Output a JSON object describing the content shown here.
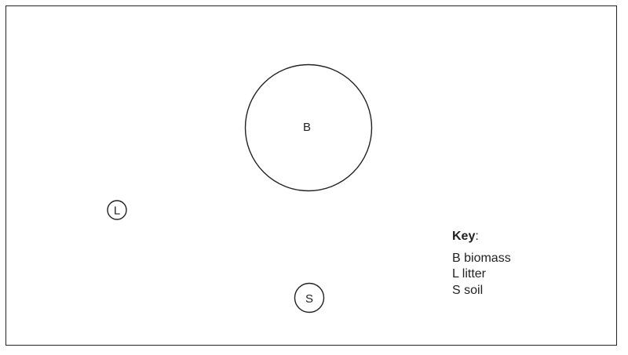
{
  "diagram": {
    "nodes": [
      {
        "id": "biomass",
        "letter": "B"
      },
      {
        "id": "litter",
        "letter": "L"
      },
      {
        "id": "soil",
        "letter": "S"
      }
    ],
    "key": {
      "title": "Key",
      "title_suffix": ":",
      "items": [
        {
          "letter": "B",
          "text": "biomass"
        },
        {
          "letter": "L",
          "text": "litter"
        },
        {
          "letter": "S",
          "text": "soil"
        }
      ]
    }
  },
  "colors": {
    "stroke": "#222222",
    "background": "#ffffff"
  }
}
